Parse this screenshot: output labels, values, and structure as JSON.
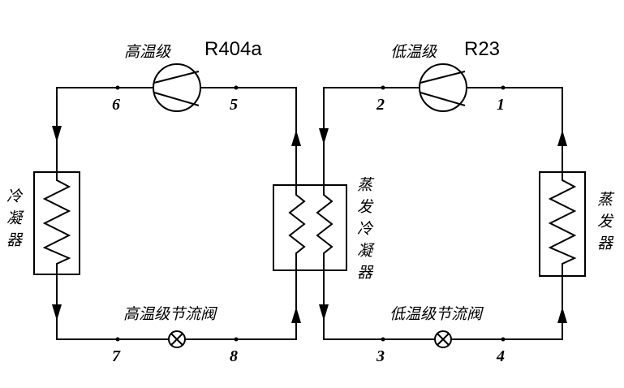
{
  "high_stage": {
    "label": "高温级",
    "refrigerant": "R404a",
    "valve_label": "高温级节流阀"
  },
  "low_stage": {
    "label": "低温级",
    "refrigerant": "R23",
    "valve_label": "低温级节流阀"
  },
  "components": {
    "condenser": [
      "冷",
      "凝",
      "器"
    ],
    "evap_condenser": [
      "蒸",
      "发",
      "冷",
      "凝",
      "器"
    ],
    "evaporator": [
      "蒸",
      "发",
      "器"
    ]
  },
  "points": {
    "p1": "1",
    "p2": "2",
    "p3": "3",
    "p4": "4",
    "p5": "5",
    "p6": "6",
    "p7": "7",
    "p8": "8"
  }
}
